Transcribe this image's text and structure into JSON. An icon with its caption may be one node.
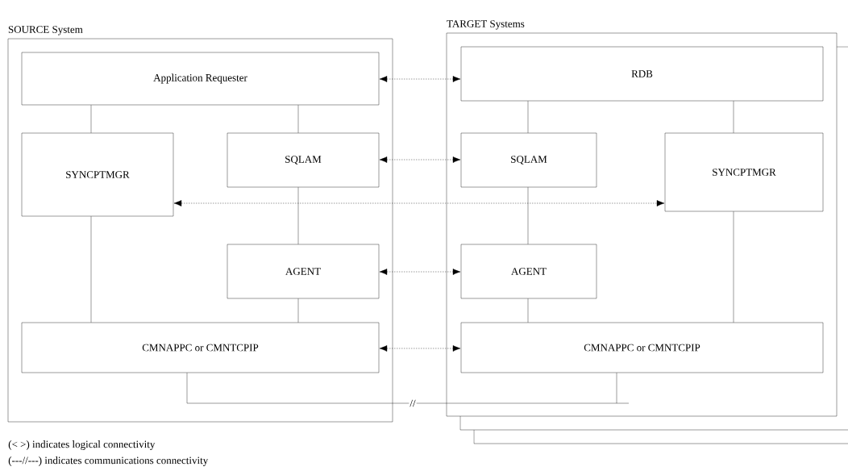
{
  "diagram": {
    "nodes": [
      {
        "text": [
          "SOURCE System"
        ]
      },
      {
        "text": [
          "Application Requester"
        ],
        "in": 0
      },
      {
        "text": [
          "SYNCPTMGR"
        ],
        "in": 0
      },
      {
        "text": [
          "SQLAM"
        ],
        "in": 0
      },
      {
        "text": [
          "AGENT"
        ],
        "in": 0
      },
      {
        "text": [
          "CMNAPPC or CMNTCPIP"
        ],
        "in": 0
      },
      {
        "text": [
          "TARGET Systems"
        ]
      },
      {
        "text": [
          "RDB"
        ],
        "in": 6
      },
      {
        "text": [
          "SQLAM"
        ],
        "in": 6
      },
      {
        "text": [
          "SYNCPTMGR"
        ],
        "in": 6
      },
      {
        "text": [
          "AGENT"
        ],
        "in": 6
      },
      {
        "text": [
          "CMNAPPC or CMNTCPIP"
        ],
        "in": 6
      }
    ],
    "edges": [
      {
        "from": 1,
        "to": 2,
        "arrow": "none"
      },
      {
        "from": 1,
        "to": 3,
        "arrow": "none"
      },
      {
        "from": 3,
        "to": 4,
        "arrow": "none"
      },
      {
        "from": 4,
        "to": 5,
        "arrow": "none"
      },
      {
        "from": 2,
        "to": 5,
        "arrow": "none"
      },
      {
        "from": 7,
        "to": 8,
        "arrow": "none"
      },
      {
        "from": 7,
        "to": 9,
        "arrow": "none"
      },
      {
        "from": 8,
        "to": 10,
        "arrow": "none"
      },
      {
        "from": 10,
        "to": 11,
        "arrow": "none"
      },
      {
        "from": 9,
        "to": 11,
        "arrow": "none"
      },
      {
        "from": 1,
        "to": 7,
        "arrow": "both",
        "style": "dashed"
      },
      {
        "from": 3,
        "to": 8,
        "arrow": "both",
        "style": "dashed"
      },
      {
        "from": 2,
        "to": 9,
        "arrow": "both",
        "style": "dashed"
      },
      {
        "from": 4,
        "to": 10,
        "arrow": "both",
        "style": "dashed"
      },
      {
        "from": 5,
        "to": 11,
        "arrow": "both",
        "style": "dashed"
      },
      {
        "from": 5,
        "to": 11,
        "arrow": "none",
        "label": "//"
      }
    ],
    "labels": [
      "(<      >) indicates logical connectivity",
      "(---//---) indicates communications connectivity"
    ]
  }
}
